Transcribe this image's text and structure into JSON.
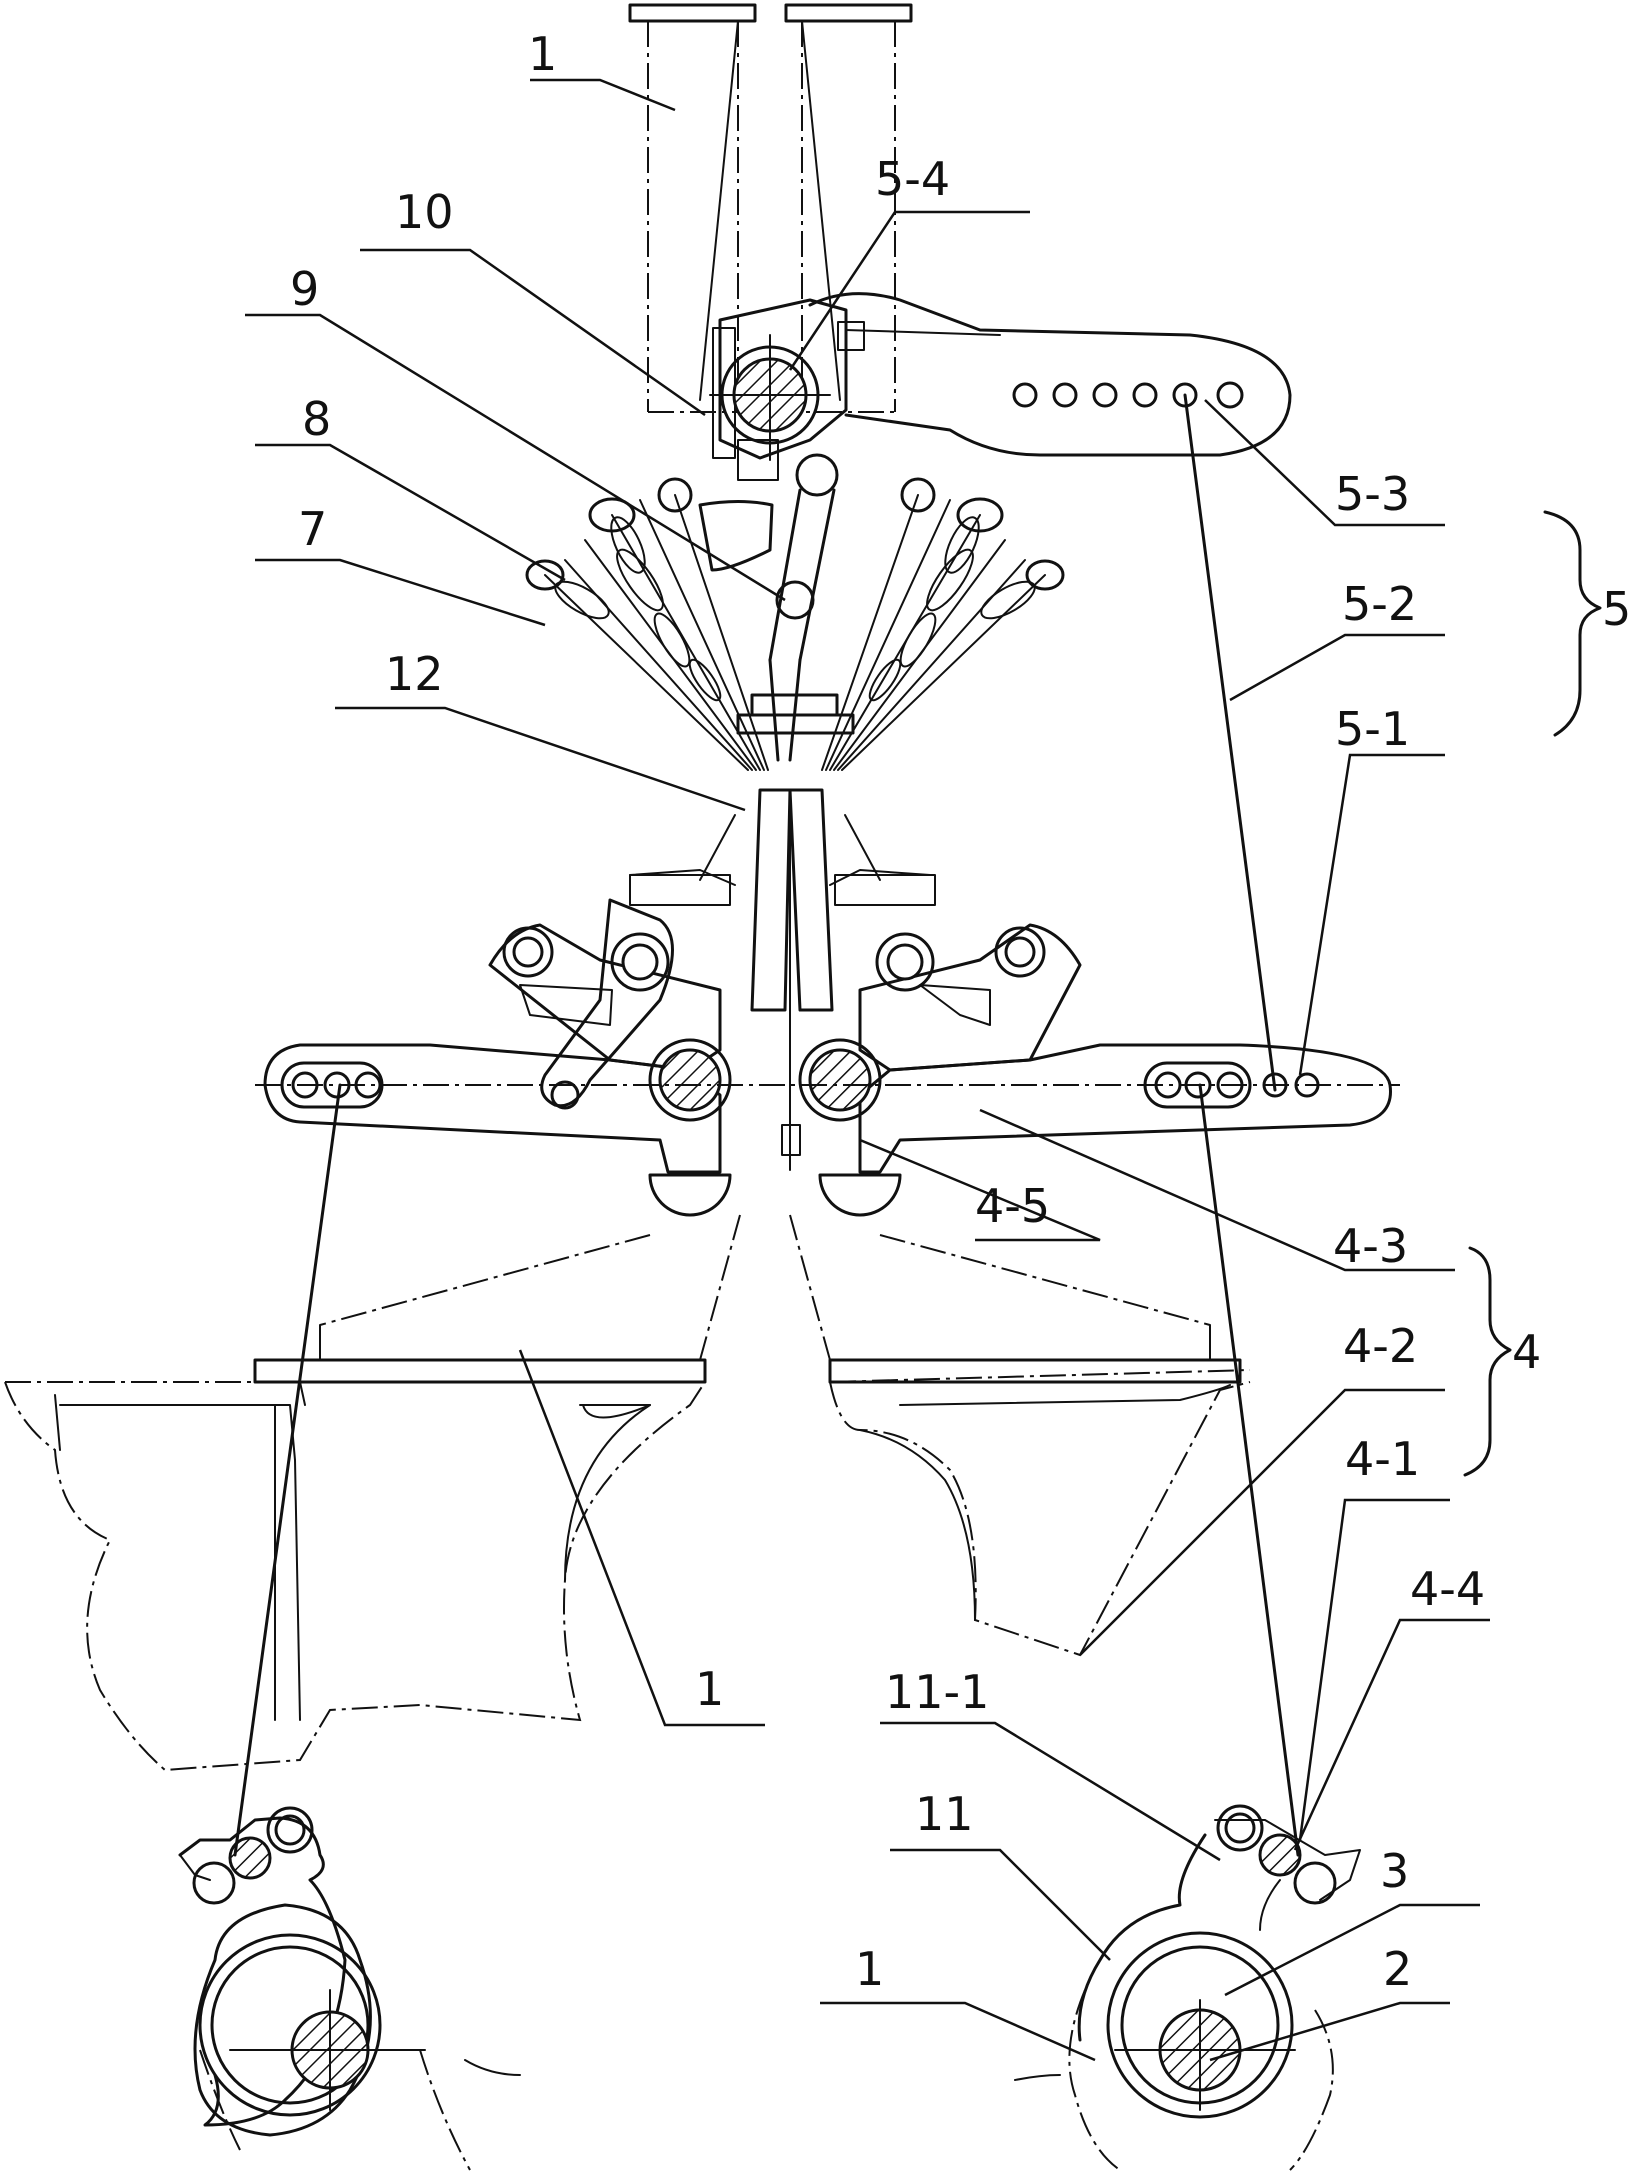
{
  "labels": {
    "l1_top": "1",
    "l5_4": "5-4",
    "l10": "10",
    "l9": "9",
    "l8": "8",
    "l7": "7",
    "l12": "12",
    "l5_3": "5-3",
    "l5_2": "5-2",
    "l5_1": "5-1",
    "l5_group": "5",
    "l4_5": "4-5",
    "l4_3": "4-3",
    "l4_2": "4-2",
    "l4_group": "4",
    "l4_1": "4-1",
    "l4_4": "4-4",
    "l1_mid": "1",
    "l11_1": "11-1",
    "l11": "11",
    "l3": "3",
    "l1_bottom": "1",
    "l2": "2"
  }
}
